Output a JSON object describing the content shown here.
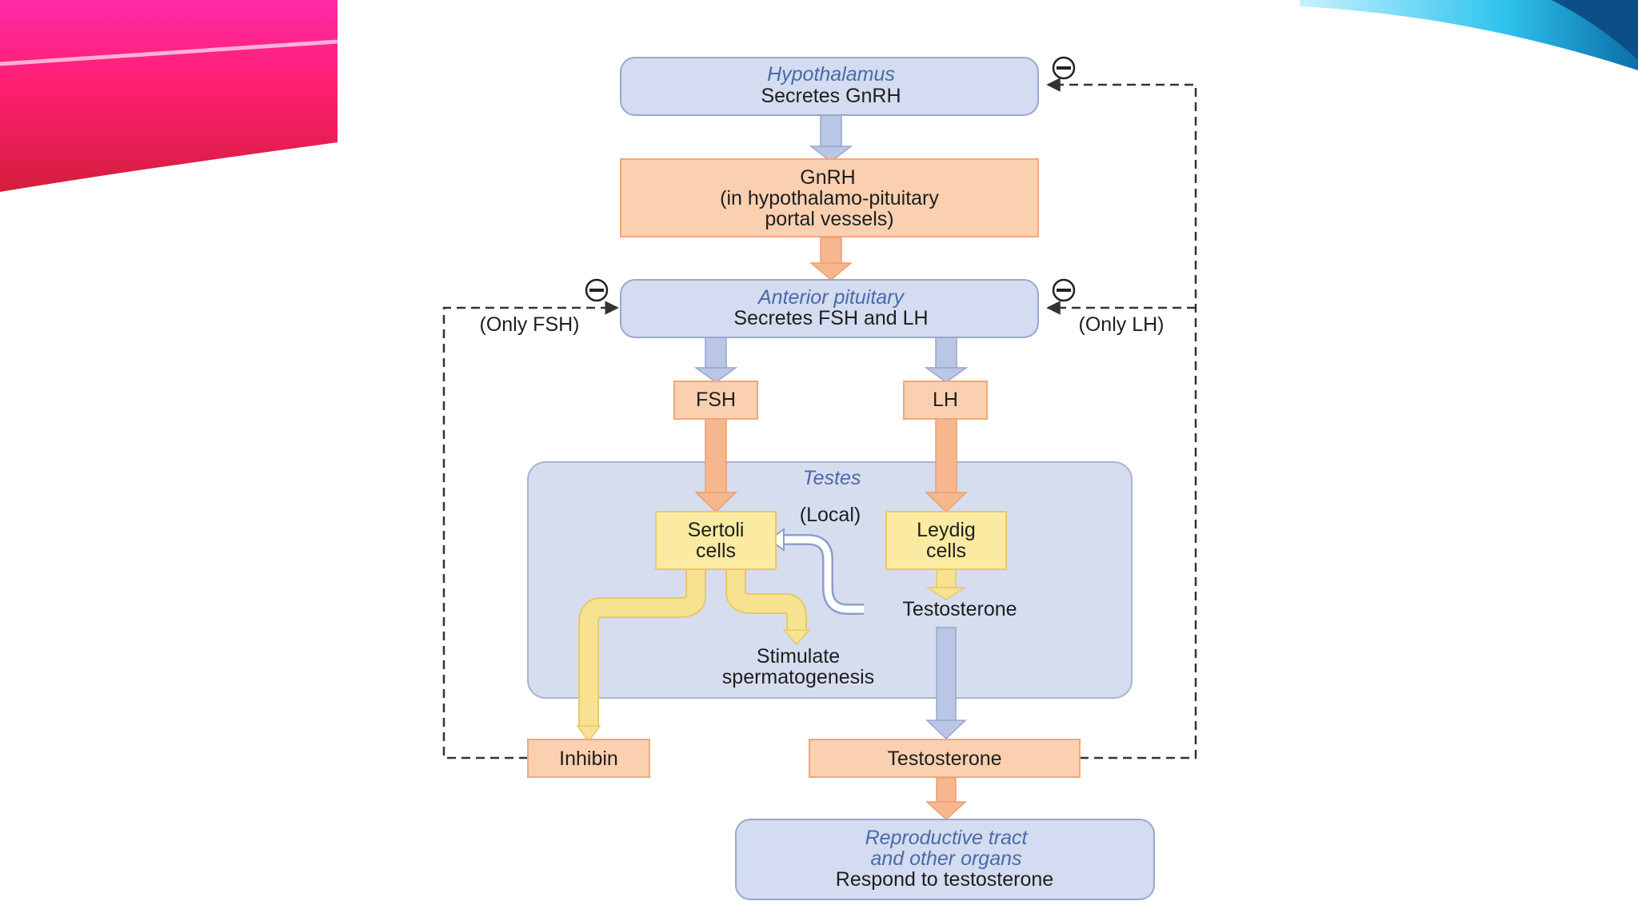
{
  "diagram": {
    "hypothalamus": {
      "title": "Hypothalamus",
      "text": "Secretes GnRH"
    },
    "gnrh": {
      "line1": "GnRH",
      "line2": "(in hypothalamo-pituitary",
      "line3": "portal vessels)"
    },
    "anterior_pituitary": {
      "title": "Anterior pituitary",
      "text": "Secretes FSH and LH"
    },
    "only_fsh": "(Only FSH)",
    "only_lh": "(Only LH)",
    "fsh": "FSH",
    "lh": "LH",
    "testes": {
      "title": "Testes"
    },
    "local": "(Local)",
    "sertoli": {
      "line1": "Sertoli",
      "line2": "cells"
    },
    "leydig": {
      "line1": "Leydig",
      "line2": "cells"
    },
    "testosterone_inner": "Testosterone",
    "stimulate": {
      "line1": "Stimulate",
      "line2": "spermatogenesis"
    },
    "inhibin": "Inhibin",
    "testosterone_out": "Testosterone",
    "reproductive": {
      "line1": "Reproductive tract",
      "line2": "and other organs",
      "line3": "Respond to testosterone"
    },
    "inhibit_symbol": "−"
  },
  "colors": {
    "blue_box": "#d3dcf0",
    "blue_stroke": "#9aa8cc",
    "orange_box": "#fbd0b0",
    "orange_stroke": "#f0a878",
    "yellow_box": "#fbeaa2",
    "yellow_stroke": "#ecc860",
    "testes_region": "#d6ddef",
    "blue_arrow": "#b9c6e6",
    "orange_arrow": "#f7b78e",
    "yellow_arrow": "#f7e290",
    "title_blue": "#4a6aa8",
    "dashed_line": "#333333"
  }
}
